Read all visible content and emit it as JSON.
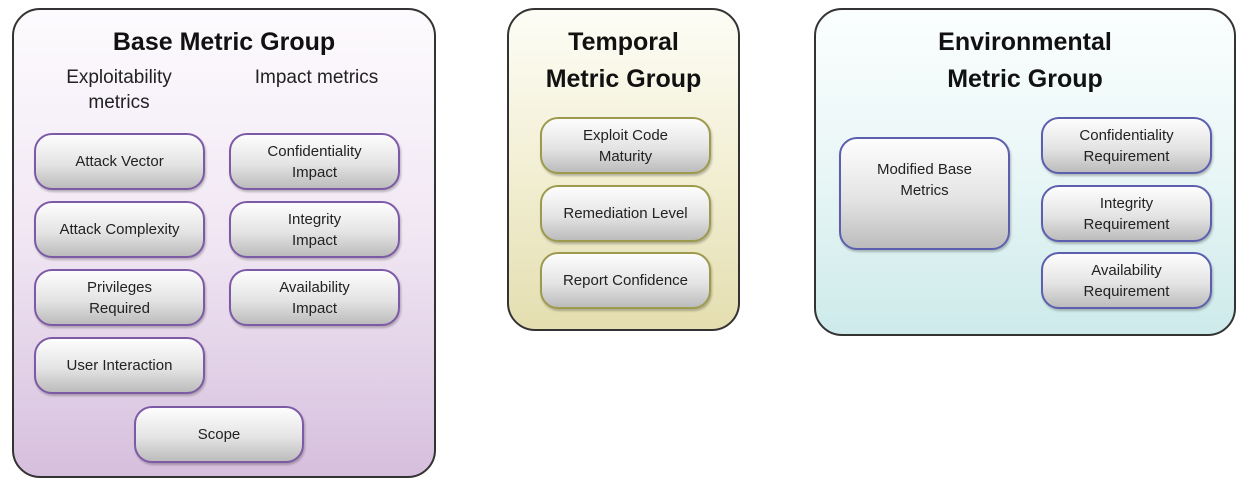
{
  "base": {
    "title": "Base Metric Group",
    "exploitability_header": "Exploitability\nmetrics",
    "impact_header": "Impact metrics",
    "exploitability": [
      "Attack Vector",
      "Attack Complexity",
      "Privileges\nRequired",
      "User Interaction"
    ],
    "impact": [
      "Confidentiality\nImpact",
      "Integrity\nImpact",
      "Availability\nImpact"
    ],
    "scope": "Scope",
    "color": "#7d5aa6"
  },
  "temporal": {
    "title": "Temporal\nMetric Group",
    "items": [
      "Exploit Code\nMaturity",
      "Remediation Level",
      "Report Confidence"
    ],
    "color": "#9d9a4e"
  },
  "environmental": {
    "title": "Environmental\nMetric Group",
    "modified": "Modified Base\nMetrics",
    "items": [
      "Confidentiality\nRequirement",
      "Integrity\nRequirement",
      "Availability\nRequirement"
    ],
    "color": "#5b5fae"
  }
}
